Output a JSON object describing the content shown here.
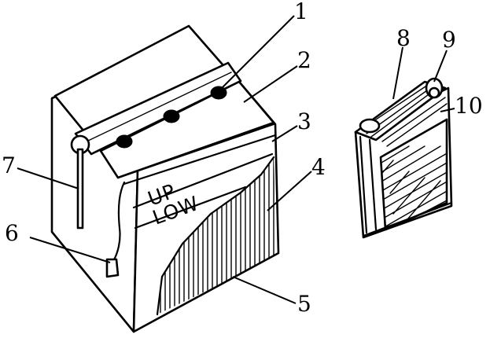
{
  "figure": {
    "plate_marks": {
      "upper": "UP",
      "lower": "LOW"
    },
    "callouts": [
      "1",
      "2",
      "3",
      "4",
      "5",
      "6",
      "7",
      "8",
      "9",
      "10"
    ]
  },
  "colors": {
    "ink": "#000000",
    "paper": "#ffffff"
  }
}
